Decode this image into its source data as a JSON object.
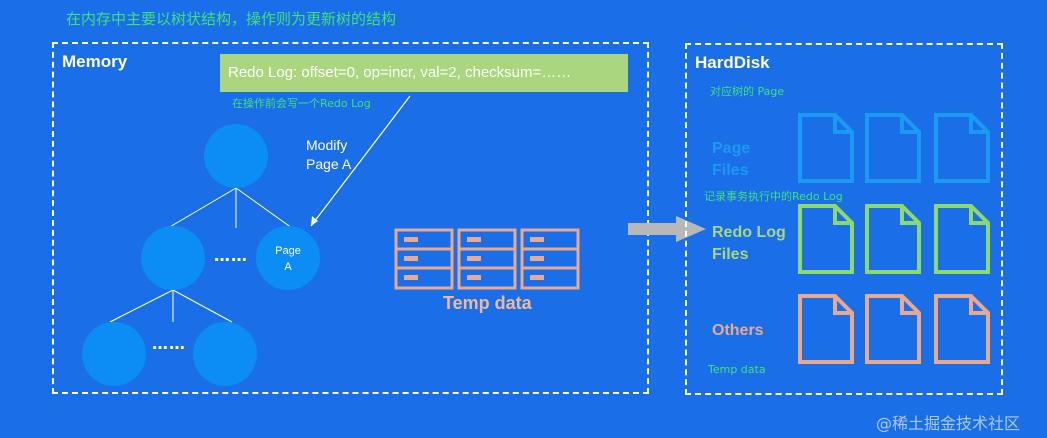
{
  "top_note": "在内存中主要以树状结构，操作则为更新树的结构",
  "memory": {
    "title": "Memory",
    "redo_banner": "Redo Log: offset=0, op=incr, val=2, checksum=……",
    "redo_note": "在操作前会写一个Redo Log",
    "modify_label_line1": "Modify",
    "modify_label_line2": "Page A",
    "page_node_line1": "Page",
    "page_node_line2": "A",
    "dots": "……",
    "temp_label": "Temp data"
  },
  "harddisk": {
    "title": "HardDisk",
    "page_note": "对应树的 Page",
    "page_files_line1": "Page",
    "page_files_line2": "Files",
    "redo_note": "记录事务执行中的Redo Log",
    "redo_files_line1": "Redo Log",
    "redo_files_line2": "Files",
    "others_label": "Others",
    "temp_note": "Temp data"
  },
  "colors": {
    "background": "#1a6fe8",
    "node": "#0b8df5",
    "page_files": "#1a9af0",
    "redo_files": "#8fd96a",
    "others_files": "#e9a98e",
    "server": "#e9a98e",
    "note_green": "#3fe07a"
  },
  "watermark": "@稀土掘金技术社区"
}
